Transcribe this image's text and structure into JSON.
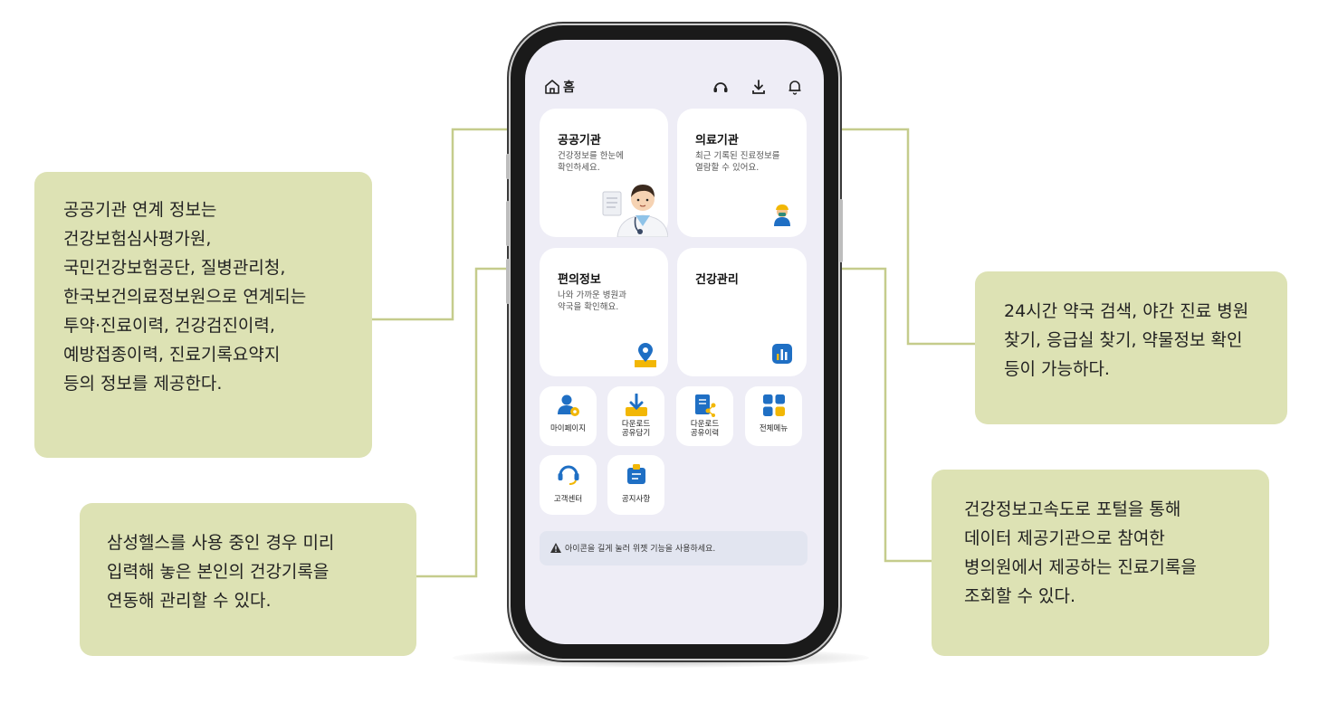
{
  "callouts": {
    "public": [
      "공공기관 연계 정보는",
      "건강보험심사평가원,",
      "국민건강보험공단, 질병관리청,",
      "한국보건의료정보원으로 연계되는",
      "투약·진료이력, 건강검진이력,",
      "예방접종이력, 진료기록요약지",
      "등의 정보를 제공한다."
    ],
    "samsung": [
      "삼성헬스를 사용 중인 경우 미리",
      "입력해 놓은 본인의 건강기록을",
      "연동해 관리할 수 있다."
    ],
    "convenience": [
      "24시간 약국 검색, 야간 진료 병원",
      "찾기, 응급실 찾기, 약물정보 확인",
      "등이 가능하다."
    ],
    "medical": [
      "건강정보고속도로 포털을 통해",
      "데이터 제공기관으로 참여한",
      "병의원에서 제공하는 진료기록을",
      "조회할 수 있다."
    ]
  },
  "app": {
    "home_label": "홈",
    "icons": {
      "home": "home-icon",
      "support": "headset-icon",
      "download": "download-icon",
      "notification": "bell-icon"
    },
    "cards": {
      "public": {
        "title": "공공기관",
        "desc": [
          "건강정보를 한눈에",
          "확인하세요."
        ]
      },
      "medical": {
        "title": "의료기관",
        "desc": [
          "최근 기록된 진료정보를",
          "열람할 수 있어요."
        ]
      },
      "convenience": {
        "title": "편의정보",
        "desc": [
          "나와 가까운 병원과",
          "약국을 확인해요."
        ]
      },
      "health": {
        "title": "건강관리"
      }
    },
    "tiles": {
      "mypage": [
        "마이페이지"
      ],
      "download_share": [
        "다운로드",
        "공유담기"
      ],
      "download_history": [
        "다운로드",
        "공유이력"
      ],
      "all_menu": [
        "전체메뉴"
      ],
      "customer": [
        "고객센터"
      ],
      "notice": [
        "공지사항"
      ]
    },
    "notice": "아이콘을 길게 눌러 위젯 기능을 사용하세요."
  },
  "colors": {
    "callout_bg": "#dde2b4",
    "connector": "#c5cc8c",
    "accent_blue": "#1f6fc4",
    "accent_yellow": "#f2b705"
  }
}
